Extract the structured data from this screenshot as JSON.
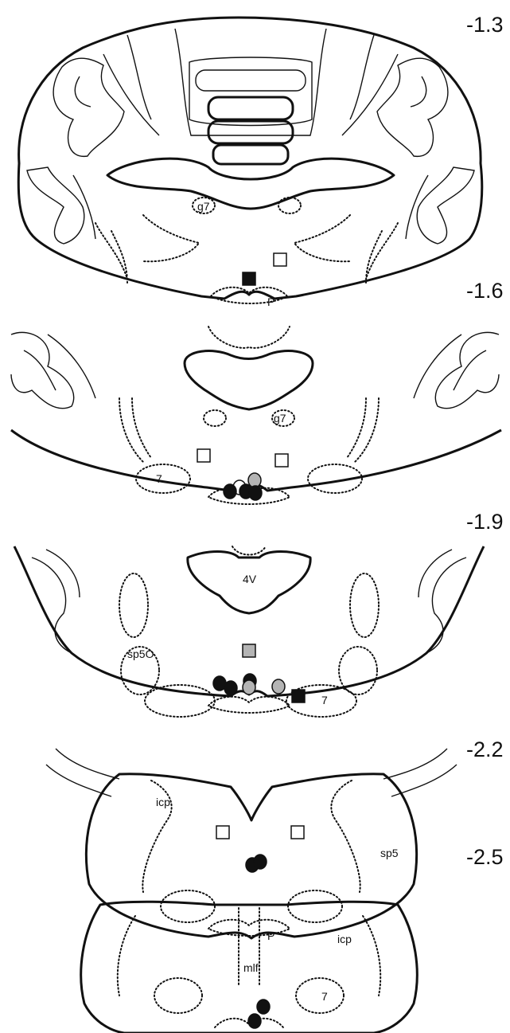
{
  "levels": [
    "-1.3",
    "-1.6",
    "-1.9",
    "-2.2",
    "-2.5"
  ],
  "sections": [
    {
      "labels": [
        "g7",
        "P"
      ],
      "markers": [
        {
          "type": "square",
          "fill": "white"
        },
        {
          "type": "square",
          "fill": "black"
        }
      ]
    },
    {
      "labels": [
        "g7",
        "7"
      ],
      "markers": [
        {
          "type": "square",
          "fill": "white"
        },
        {
          "type": "square",
          "fill": "white"
        },
        {
          "type": "circle",
          "fill": "gray"
        },
        {
          "type": "circle",
          "fill": "white"
        },
        {
          "type": "circle",
          "fill": "black"
        },
        {
          "type": "circle",
          "fill": "black"
        },
        {
          "type": "circle",
          "fill": "black"
        }
      ]
    },
    {
      "labels": [
        "4V",
        "sp5O",
        "7"
      ],
      "markers": [
        {
          "type": "square",
          "fill": "gray"
        },
        {
          "type": "circle",
          "fill": "black"
        },
        {
          "type": "circle",
          "fill": "black"
        },
        {
          "type": "circle",
          "fill": "black"
        },
        {
          "type": "circle",
          "fill": "gray"
        },
        {
          "type": "circle",
          "fill": "gray"
        },
        {
          "type": "square",
          "fill": "black"
        }
      ]
    },
    {
      "labels": [
        "icp",
        "sp5",
        "P"
      ],
      "markers": [
        {
          "type": "square",
          "fill": "white"
        },
        {
          "type": "square",
          "fill": "white"
        },
        {
          "type": "circle",
          "fill": "black"
        },
        {
          "type": "circle",
          "fill": "black"
        }
      ]
    },
    {
      "labels": [
        "icp",
        "mlf",
        "7"
      ],
      "markers": [
        {
          "type": "circle",
          "fill": "black"
        },
        {
          "type": "circle",
          "fill": "black"
        }
      ]
    }
  ],
  "colors": {
    "black": "#111111",
    "gray": "#b4b4b4",
    "white": "#ffffff",
    "line": "#111111"
  }
}
